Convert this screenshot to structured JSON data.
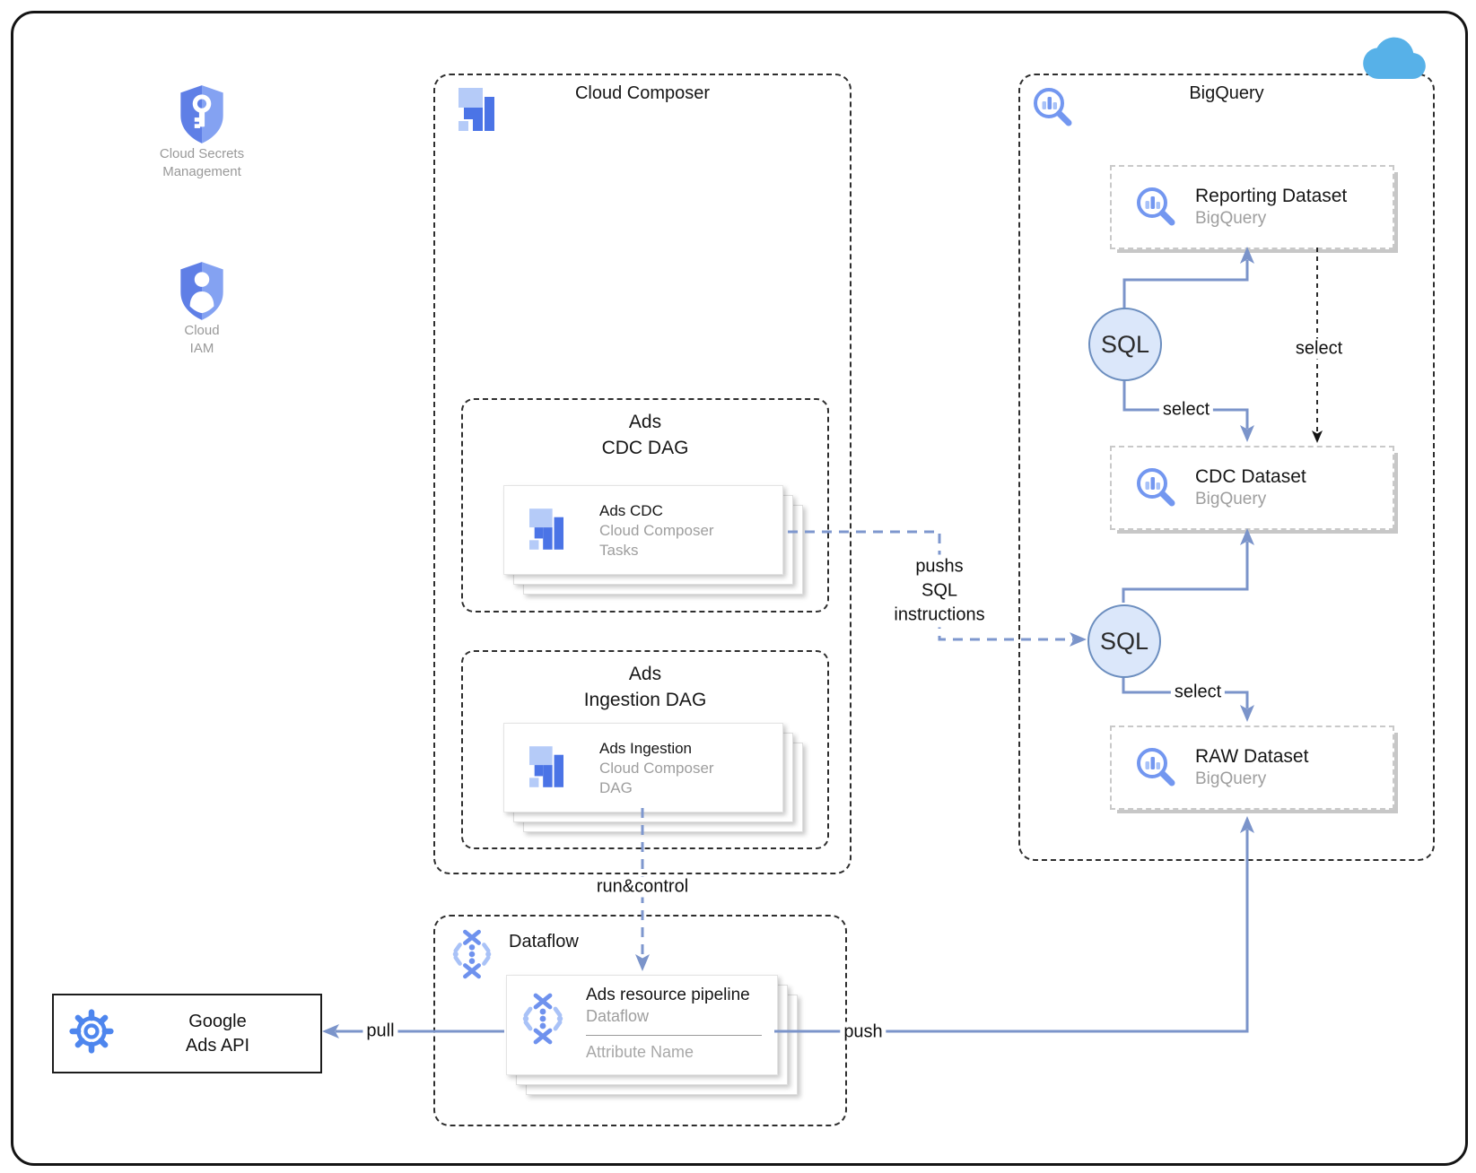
{
  "colors": {
    "accent_blue": "#4b74e6",
    "light_blue": "#b5cbf8",
    "icon_blue": "#7397f0",
    "connector_blue": "#7b94ca",
    "sql_node_fill": "#dbe7fa",
    "sql_node_stroke": "#6c8ebf",
    "cloud_blue": "#57b1e8",
    "muted_text": "#9e9e9e"
  },
  "external": {
    "secrets_label_1": "Cloud Secrets",
    "secrets_label_2": "Management",
    "iam_label_1": "Cloud",
    "iam_label_2": "IAM",
    "ads_api_line_1": "Google",
    "ads_api_line_2": "Ads API"
  },
  "composer": {
    "title": "Cloud Composer",
    "cdc_dag": {
      "title_line_1": "Ads",
      "title_line_2": "CDC DAG",
      "card": {
        "title": "Ads CDC",
        "subtitle_1": "Cloud Composer",
        "subtitle_2": "Tasks"
      }
    },
    "ingestion_dag": {
      "title_line_1": "Ads",
      "title_line_2": "Ingestion DAG",
      "card": {
        "title": "Ads Ingestion",
        "subtitle_1": "Cloud Composer",
        "subtitle_2": "DAG"
      }
    }
  },
  "bigquery": {
    "title": "BigQuery",
    "reporting_dataset": {
      "title": "Reporting Dataset",
      "subtitle": "BigQuery"
    },
    "cdc_dataset": {
      "title": "CDC Dataset",
      "subtitle": "BigQuery"
    },
    "raw_dataset": {
      "title": "RAW Dataset",
      "subtitle": "BigQuery"
    },
    "sql_node_1": "SQL",
    "sql_node_2": "SQL"
  },
  "dataflow": {
    "title": "Dataflow",
    "card": {
      "title": "Ads resource pipeline",
      "subtitle": "Dataflow",
      "attribute": "Attribute Name"
    }
  },
  "edge_labels": {
    "select_sql1_cdc": "select",
    "select_reporting_cdc": "select",
    "select_sql2_raw": "select",
    "pushs_line_1": "pushs",
    "pushs_line_2": "SQL",
    "pushs_line_3": "instructions",
    "run_control": "run&control",
    "pull": "pull",
    "push": "push"
  }
}
